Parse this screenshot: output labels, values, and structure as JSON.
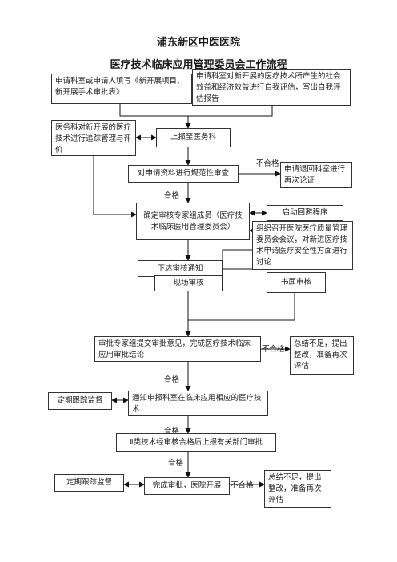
{
  "header": {
    "title": "浦东新区中医医院",
    "subtitle": "医疗技术临床应用管理委员会工作流程"
  },
  "nodes": {
    "apply_form": "申请科室或申请人填写《新开展项目、新开展手术审批表》",
    "self_eval": "申请科室对新开展的医疗技术所产生的社会效益和经济效益进行自我评估，写出自我评估报告",
    "medical_dept_track": "医务科对新开展的医疗技术进行追踪管理与评价",
    "report_medical": "上报至医务科",
    "review_standard": "对申请资料进行规范性审查",
    "return_dept": "申请退回科室进行再次论证",
    "expert_team": "确定审核专家组成员（医疗技术临床医用管理委员会）",
    "avoid_procedure": "启动回避程序",
    "meeting": "组织召开医院医疗质量管理委员会会议，对新进医疗技术申请医疗安全性方面进行讨论",
    "issue_notice": "下达审核通知",
    "onsite_review": "现场审核",
    "written_review": "书面审核",
    "submit_opinion": "审批专家组提交审批意见，完成医疗技术临床应用审批结论",
    "summarize_1": "总结不足，提出整改，准备再次评估",
    "track_supervise_1": "定期跟踪监督",
    "notify_clinical": "通知申报科室在临床应用相应的医疗技术",
    "class2_report": "Ⅱ类技术经审核合格后上报有关部门审批",
    "track_supervise_2": "定期跟踪监督",
    "complete": "完成审批，医院开展",
    "summarize_2": "总结不足，提出整改，准备再次评估"
  },
  "edge_labels": {
    "fail_1": "不合格",
    "pass_1": "合格",
    "fail_2": "不合格",
    "pass_2": "合格",
    "pass_3": "合格",
    "pass_4": "合格",
    "fail_3": "不合格"
  }
}
